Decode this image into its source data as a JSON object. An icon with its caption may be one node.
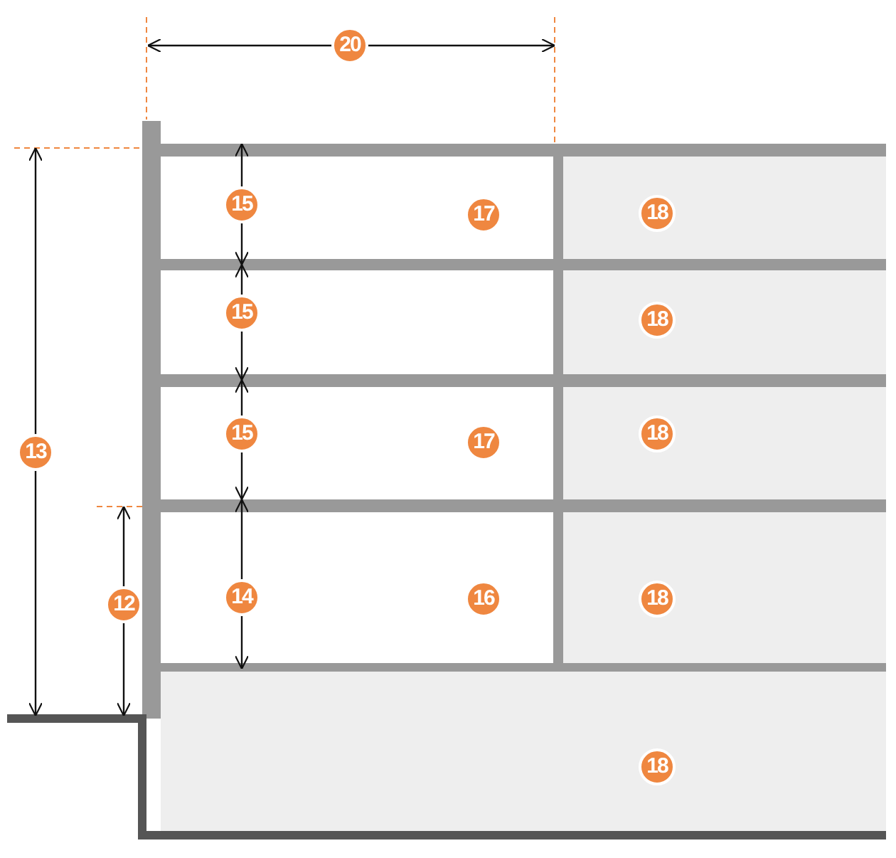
{
  "diagram": {
    "labels": [
      "20",
      "15",
      "17",
      "18",
      "15",
      "18",
      "13",
      "15",
      "17",
      "18",
      "12",
      "14",
      "16",
      "18",
      "18"
    ]
  }
}
